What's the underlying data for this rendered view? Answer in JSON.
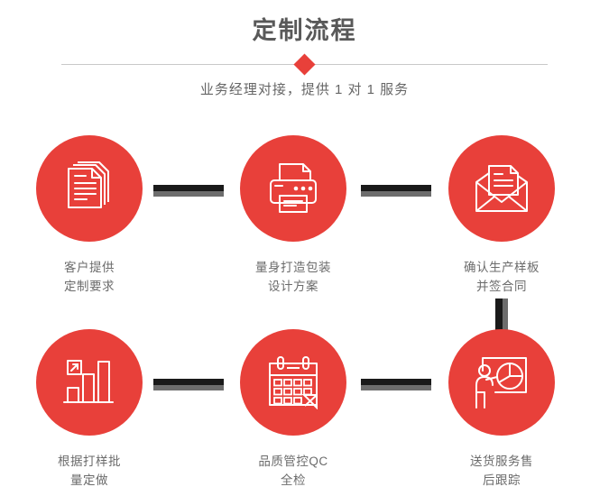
{
  "header": {
    "title": "定制流程",
    "subtitle": "业务经理对接，提供 1 对 1 服务",
    "accent_color": "#e8403a",
    "title_color": "#595959",
    "divider_color": "#c9c9c9",
    "diamond_icon": "diamond-marker-icon"
  },
  "flow": {
    "connector_dark_color": "#1a1a1a",
    "connector_shadow_color": "#6d6d6d",
    "steps": [
      {
        "index": "1",
        "label": "客户提供\n定制要求",
        "icon": "documents-stack-icon"
      },
      {
        "index": "2",
        "label": "量身打造包装\n设计方案",
        "icon": "printer-icon"
      },
      {
        "index": "3",
        "label": "确认生产样板\n并签合同",
        "icon": "envelope-document-icon"
      },
      {
        "index": "4",
        "label": "根据打样批\n量定做",
        "icon": "bar-chart-growth-icon"
      },
      {
        "index": "5",
        "label": "品质管控QC\n全检",
        "icon": "calendar-check-icon"
      },
      {
        "index": "6",
        "label": "送货服务售\n后跟踪",
        "icon": "presenter-pie-chart-icon"
      }
    ]
  }
}
